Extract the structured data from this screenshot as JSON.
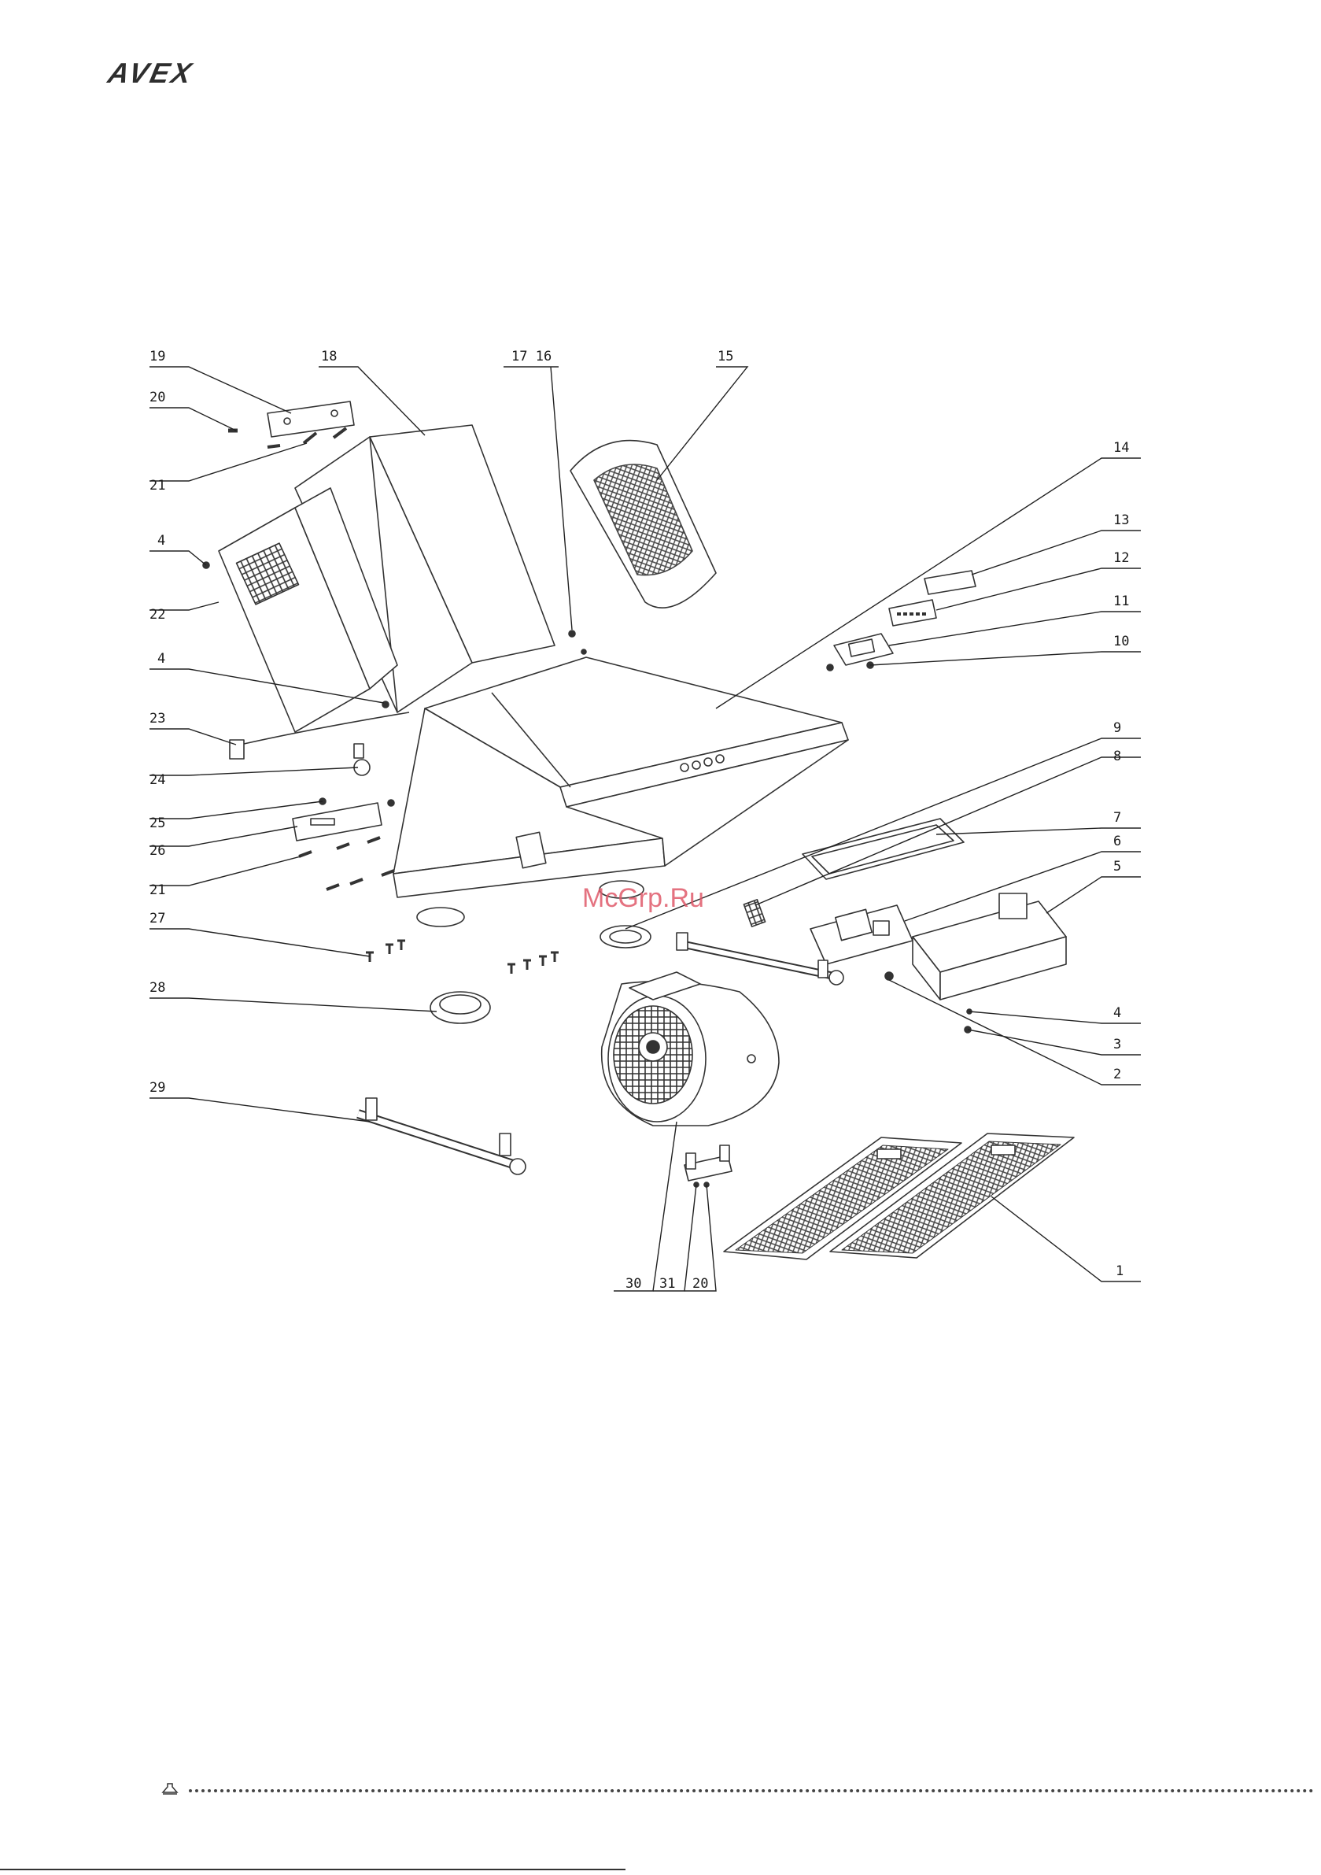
{
  "header": {
    "logo_text": "AVEX"
  },
  "watermark": {
    "text": "McGrp.Ru"
  },
  "callouts": [
    {
      "id": "c19",
      "text": "19"
    },
    {
      "id": "c18",
      "text": "18"
    },
    {
      "id": "c17_16",
      "text": "17 16"
    },
    {
      "id": "c15",
      "text": "15"
    },
    {
      "id": "c20a",
      "text": "20"
    },
    {
      "id": "c21a",
      "text": "21"
    },
    {
      "id": "c14",
      "text": "14"
    },
    {
      "id": "c13",
      "text": "13"
    },
    {
      "id": "c4a",
      "text": "4"
    },
    {
      "id": "c12",
      "text": "12"
    },
    {
      "id": "c22",
      "text": "22"
    },
    {
      "id": "c11",
      "text": "11"
    },
    {
      "id": "c10",
      "text": "10"
    },
    {
      "id": "c4b",
      "text": "4"
    },
    {
      "id": "c23",
      "text": "23"
    },
    {
      "id": "c9",
      "text": "9"
    },
    {
      "id": "c24",
      "text": "24"
    },
    {
      "id": "c8",
      "text": "8"
    },
    {
      "id": "c25",
      "text": "25"
    },
    {
      "id": "c7",
      "text": "7"
    },
    {
      "id": "c26",
      "text": "26"
    },
    {
      "id": "c6",
      "text": "6"
    },
    {
      "id": "c21b",
      "text": "21"
    },
    {
      "id": "c5",
      "text": "5"
    },
    {
      "id": "c27",
      "text": "27"
    },
    {
      "id": "c28",
      "text": "28"
    },
    {
      "id": "c4c",
      "text": "4"
    },
    {
      "id": "c3",
      "text": "3"
    },
    {
      "id": "c2",
      "text": "2"
    },
    {
      "id": "c29",
      "text": "29"
    },
    {
      "id": "c1",
      "text": "1"
    },
    {
      "id": "c30",
      "text": "30"
    },
    {
      "id": "c31",
      "text": "31"
    },
    {
      "id": "c20b",
      "text": "20"
    }
  ],
  "colors": {
    "line": "#333333",
    "mesh": "#555555",
    "watermark": "#e05a6a",
    "accent": "#6fc3d8"
  }
}
